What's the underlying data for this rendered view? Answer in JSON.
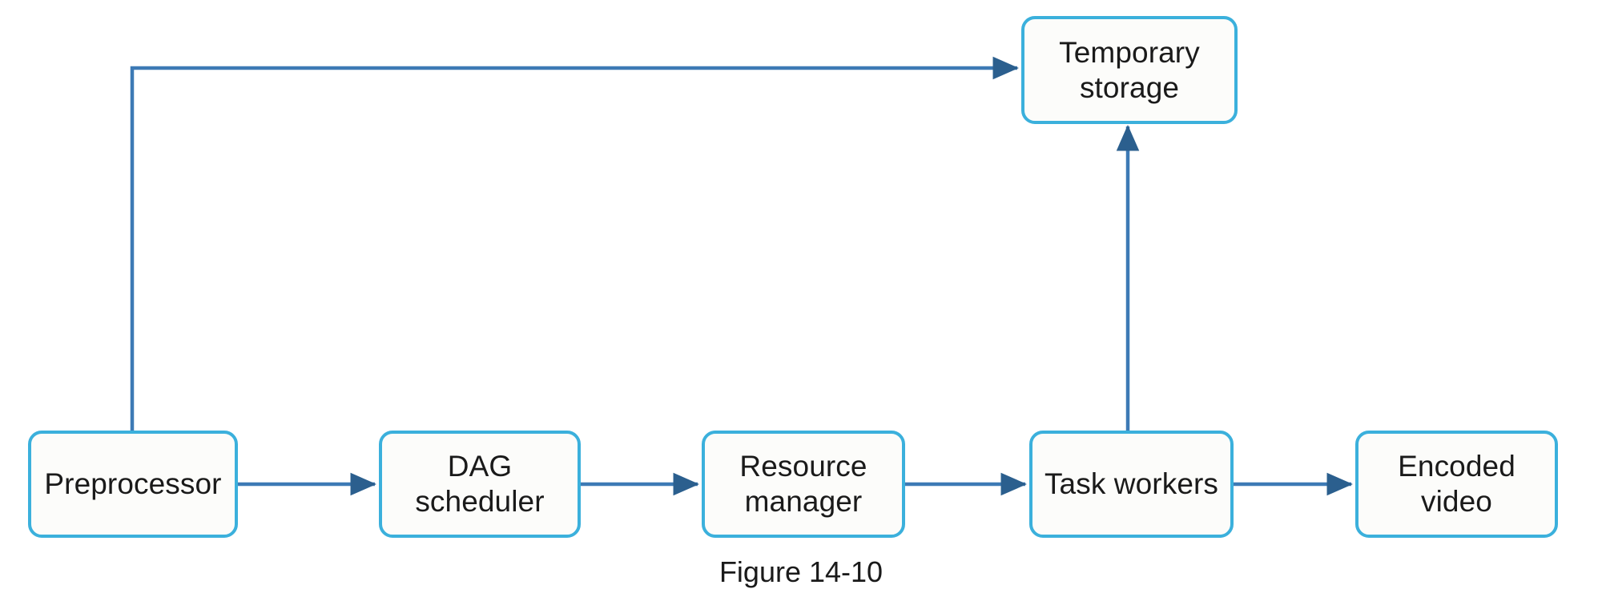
{
  "diagram": {
    "caption": "Figure 14-10",
    "colors": {
      "node_border": "#3bb0dc",
      "node_fill": "#fcfcfa",
      "edge_line": "#3d7ab5",
      "edge_arrowhead": "#2b5f8e",
      "text": "#1a1a1a",
      "background": "#ffffff"
    },
    "nodes": [
      {
        "id": "preprocessor",
        "label": "Preprocessor"
      },
      {
        "id": "dag",
        "label": "DAG\nscheduler"
      },
      {
        "id": "resource",
        "label": "Resource\nmanager"
      },
      {
        "id": "taskworkers",
        "label": "Task workers"
      },
      {
        "id": "encoded",
        "label": "Encoded\nvideo"
      },
      {
        "id": "tempstorage",
        "label": "Temporary\nstorage"
      }
    ],
    "edges": [
      {
        "id": "preprocessor-to-dag",
        "from": "preprocessor",
        "to": "dag",
        "label": ""
      },
      {
        "id": "dag-to-resource",
        "from": "dag",
        "to": "resource",
        "label": ""
      },
      {
        "id": "resource-to-taskworkers",
        "from": "resource",
        "to": "taskworkers",
        "label": ""
      },
      {
        "id": "taskworkers-to-encoded",
        "from": "taskworkers",
        "to": "encoded",
        "label": ""
      },
      {
        "id": "taskworkers-to-tempstorage",
        "from": "taskworkers",
        "to": "tempstorage",
        "label": ""
      },
      {
        "id": "preprocessor-to-tempstorage",
        "from": "preprocessor",
        "to": "tempstorage",
        "label": ""
      }
    ]
  }
}
